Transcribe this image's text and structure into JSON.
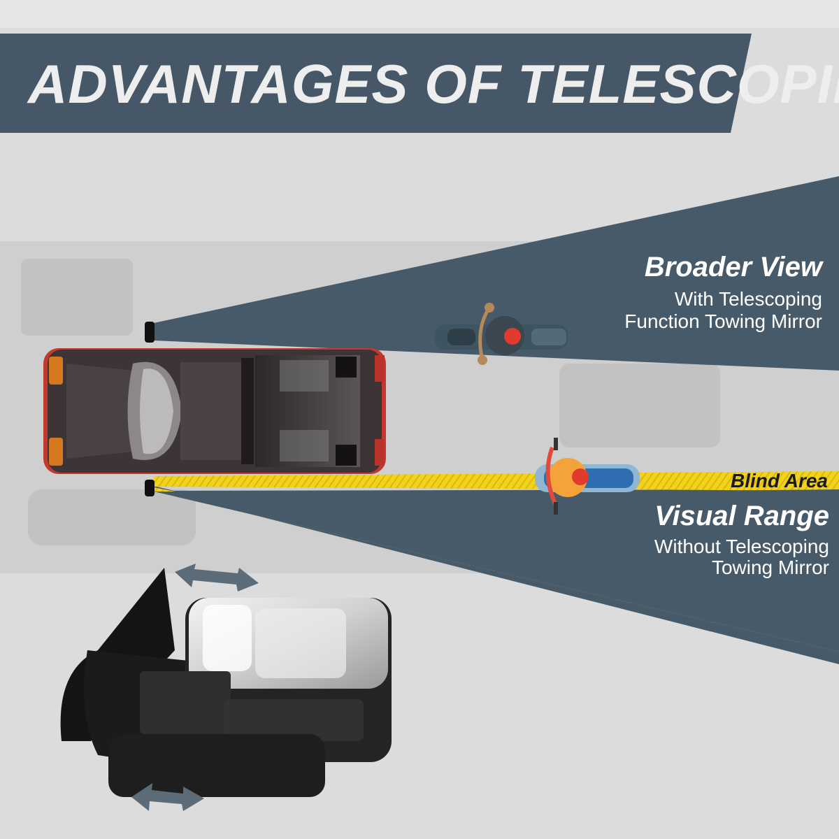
{
  "title": "ADVANTAGES OF TELESCOPING",
  "broader_view": {
    "heading": "Broader View",
    "line1": "With Telescoping",
    "line2": "Function Towing Mirror"
  },
  "blind_area": {
    "label": "Blind Area"
  },
  "visual_range": {
    "heading": "Visual Range",
    "line1": "Without Telescoping",
    "line2": "Towing Mirror"
  },
  "colors": {
    "banner": "#465867",
    "slate": "#475a69",
    "yellow": "#f2d21a",
    "background": "#dcdcdc",
    "truck_body": "#3d3535",
    "chrome": "#d6d6d6"
  },
  "icons": [
    "truck-top-view-icon",
    "motorcycle-rider-icon",
    "scooter-rider-icon",
    "towing-mirror-icon",
    "double-arrow-icon"
  ]
}
